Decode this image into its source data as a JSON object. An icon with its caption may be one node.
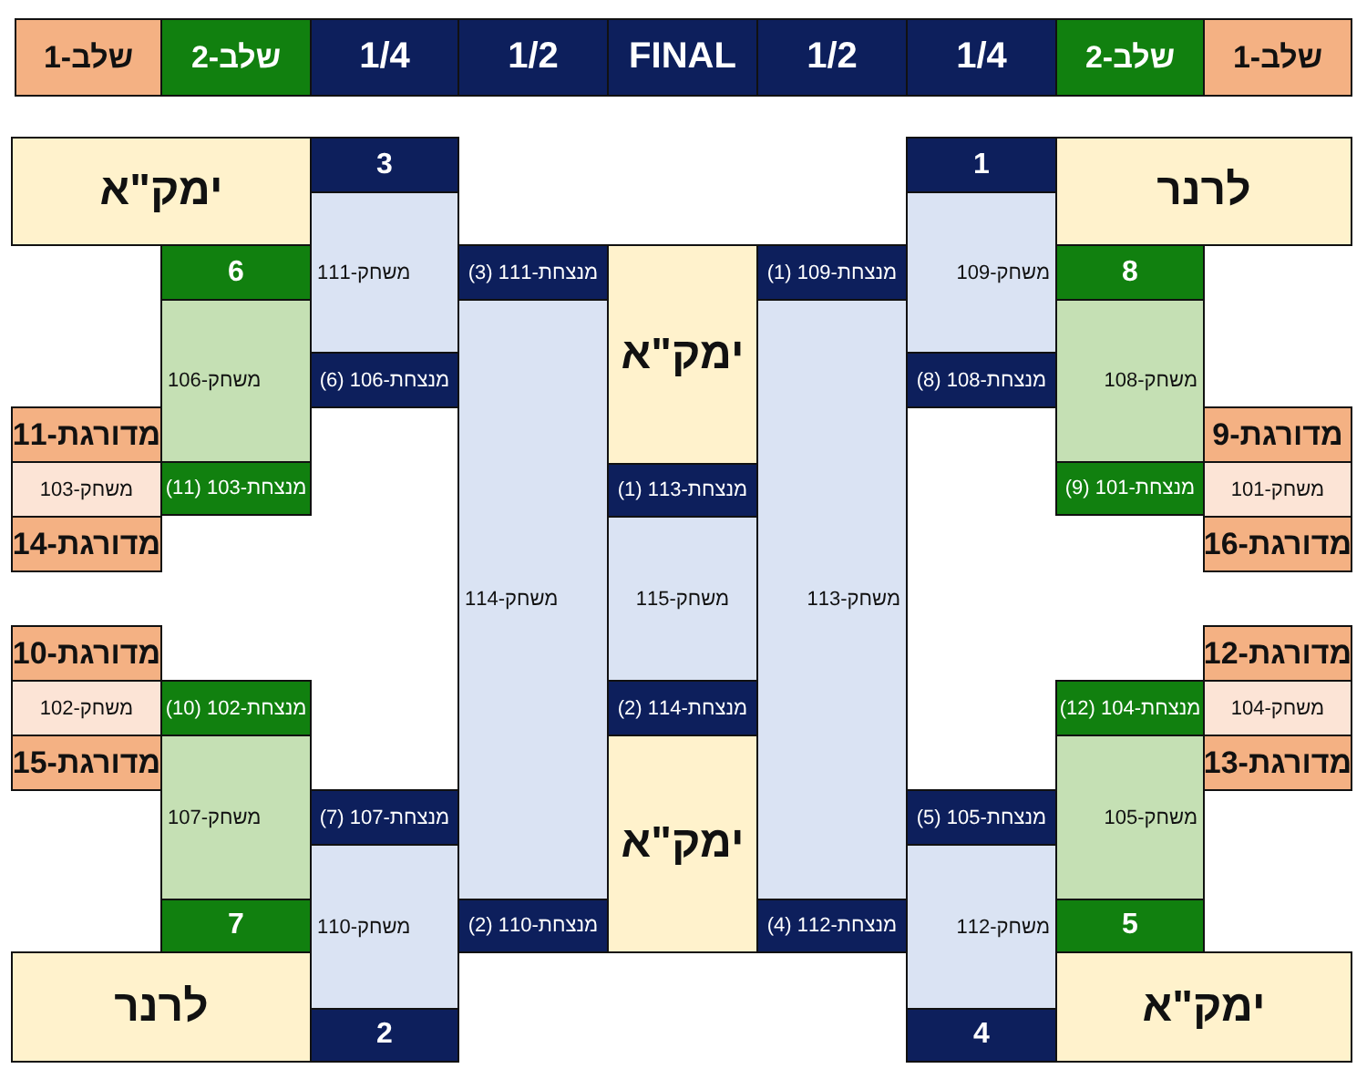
{
  "diagram": {
    "nodes": [
      {
        "text": [
          "שלב-1"
        ]
      },
      {
        "text": [
          "שלב-2"
        ]
      },
      {
        "text": [
          "1/4"
        ]
      },
      {
        "text": [
          "1/2"
        ]
      },
      {
        "text": [
          "FINAL"
        ]
      },
      {
        "text": [
          "1/2"
        ]
      },
      {
        "text": [
          "1/4"
        ]
      },
      {
        "text": [
          "שלב-2"
        ]
      },
      {
        "text": [
          "שלב-1"
        ]
      },
      {
        "text": [
          "ימק\"א"
        ]
      },
      {
        "text": [
          "3"
        ]
      },
      {
        "text": [
          "1"
        ]
      },
      {
        "text": [
          "לרנר"
        ]
      },
      {
        "text": [
          "משחק-111"
        ]
      },
      {
        "text": [
          "משחק-109"
        ]
      },
      {
        "text": [
          "6"
        ]
      },
      {
        "text": [
          "מנצחת-111 (3)"
        ]
      },
      {
        "text": [
          "ימק\"א"
        ]
      },
      {
        "text": [
          "מנצחת-109 (1)"
        ]
      },
      {
        "text": [
          "8"
        ]
      },
      {
        "text": [
          "משחק-106"
        ]
      },
      {
        "text": [
          "משחק-114"
        ]
      },
      {
        "text": [
          "משחק-113"
        ]
      },
      {
        "text": [
          "משחק-108"
        ]
      },
      {
        "text": [
          "מנצחת-106 (6)"
        ]
      },
      {
        "text": [
          "מנצחת-108 (8)"
        ]
      },
      {
        "text": [
          "מדורגת-11"
        ]
      },
      {
        "text": [
          "מדורגת-9"
        ]
      },
      {
        "text": [
          "מנצחת-103 (11)"
        ]
      },
      {
        "text": [
          "מנצחת-113 (1)"
        ]
      },
      {
        "text": [
          "מנצחת-101 (9)"
        ]
      },
      {
        "text": [
          "משחק-103"
        ]
      },
      {
        "text": [
          "משחק-101"
        ]
      },
      {
        "text": [
          "מדורגת-14"
        ]
      },
      {
        "text": [
          "משחק-115"
        ]
      },
      {
        "text": [
          "מדורגת-16"
        ]
      },
      {
        "text": [
          "מדורגת-10"
        ]
      },
      {
        "text": [
          "מדורגת-12"
        ]
      },
      {
        "text": [
          "משחק-102"
        ]
      },
      {
        "text": [
          "מנצחת-102 (10)"
        ]
      },
      {
        "text": [
          "מנצחת-114 (2)"
        ]
      },
      {
        "text": [
          "מנצחת-104 (12)"
        ]
      },
      {
        "text": [
          "משחק-104"
        ]
      },
      {
        "text": [
          "ימק\"א"
        ]
      },
      {
        "text": [
          "משחק-107"
        ]
      },
      {
        "text": [
          "משחק-105"
        ]
      },
      {
        "text": [
          "מדורגת-15"
        ]
      },
      {
        "text": [
          "מדורגת-13"
        ]
      },
      {
        "text": [
          "מנצחת-107 (7)"
        ]
      },
      {
        "text": [
          "מנצחת-105 (5)"
        ]
      },
      {
        "text": [
          "משחק-110"
        ]
      },
      {
        "text": [
          "משחק-112"
        ]
      },
      {
        "text": [
          "7"
        ]
      },
      {
        "text": [
          "מנצחת-110 (2)"
        ]
      },
      {
        "text": [
          "מנצחת-112 (4)"
        ]
      },
      {
        "text": [
          "5"
        ]
      },
      {
        "text": [
          "לרנר"
        ]
      },
      {
        "text": [
          "ימק\"א"
        ]
      },
      {
        "text": [
          "2"
        ]
      },
      {
        "text": [
          "4"
        ]
      }
    ]
  }
}
